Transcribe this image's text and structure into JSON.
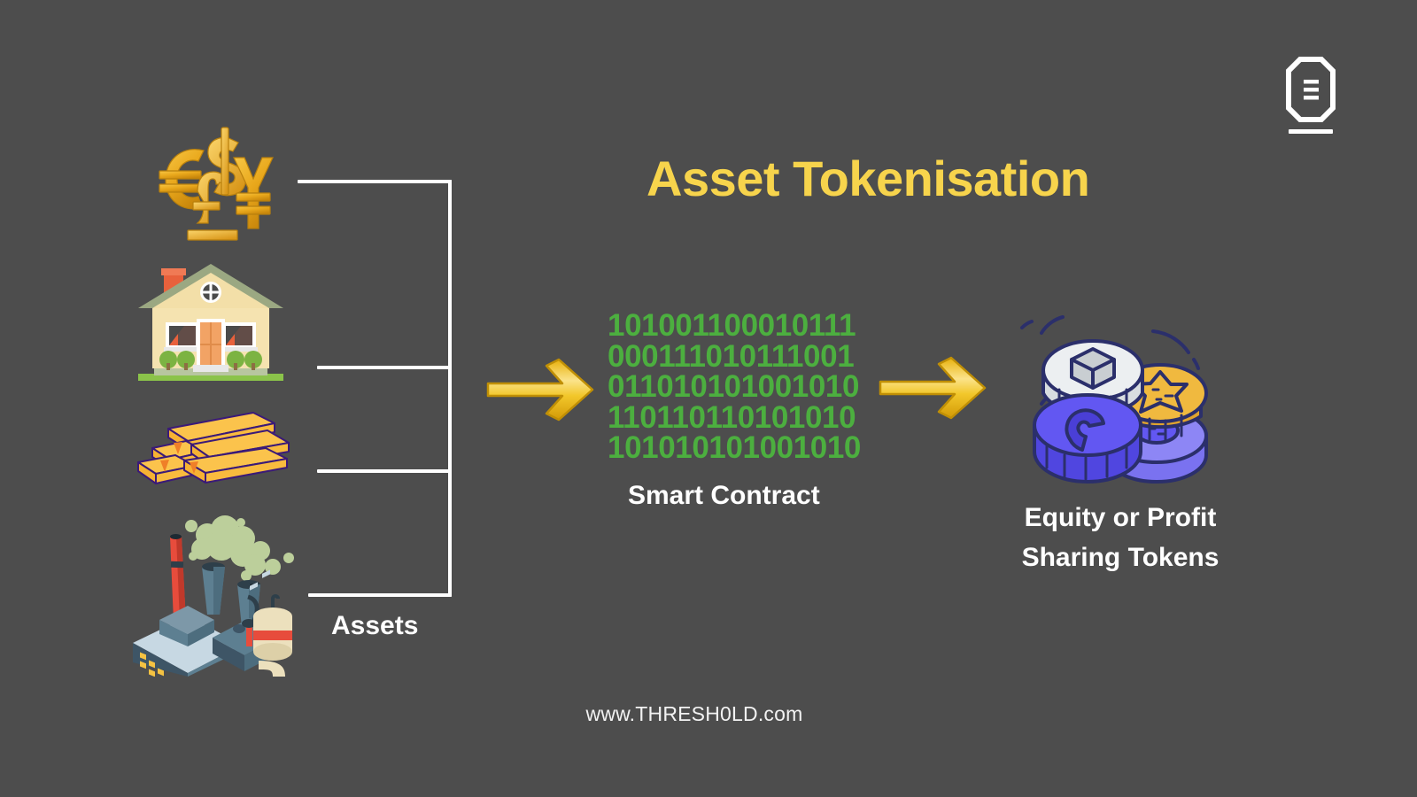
{
  "page": {
    "background_color": "#4d4d4d",
    "title": "Asset Tokenisation",
    "title_color": "#f7d44c",
    "footer_url": "www.THRESH0LD.com"
  },
  "brand": {
    "logo_icon": "threshold-octagon-logo",
    "logo_color": "#ffffff"
  },
  "assets": {
    "bracket_label": "Assets",
    "items": [
      {
        "name": "currency-symbols",
        "icon": "currency-symbols-icon",
        "symbols": [
          "€",
          "$",
          "¥",
          "£"
        ],
        "color": "#e8a51f"
      },
      {
        "name": "real-estate",
        "icon": "house-icon",
        "color": "#f3dfa8"
      },
      {
        "name": "gold-bullion",
        "icon": "gold-bars-icon",
        "color": "#fcc košice"
      },
      {
        "name": "industrial-plant",
        "icon": "factory-icon",
        "color": "#5a7f93"
      }
    ]
  },
  "smart_contract": {
    "label": "Smart Contract",
    "binary_color": "#4caf3f",
    "binary_rows": [
      "101001100010111",
      "000111010111001",
      "011010101001010",
      "110110110101010",
      "101010101001010"
    ]
  },
  "arrows": {
    "color": "#e8b10c",
    "first": {
      "name": "flow-arrow-assets-to-contract",
      "icon": "arrow-right-icon"
    },
    "second": {
      "name": "flow-arrow-contract-to-tokens",
      "icon": "arrow-right-icon"
    }
  },
  "tokens": {
    "label_line_1": "Equity or Profit",
    "label_line_2": "Sharing Tokens",
    "icon": "crypto-coins-icon",
    "coins": [
      {
        "name": "white-coin",
        "glyph": "cube",
        "color": "#eceff1"
      },
      {
        "name": "gold-coin",
        "glyph": "star",
        "color": "#f0b93f"
      },
      {
        "name": "blue-coin",
        "glyph": "c",
        "color": "#6257f2"
      },
      {
        "name": "purple-coin",
        "glyph": "badge",
        "color": "#8d86f5"
      }
    ]
  }
}
